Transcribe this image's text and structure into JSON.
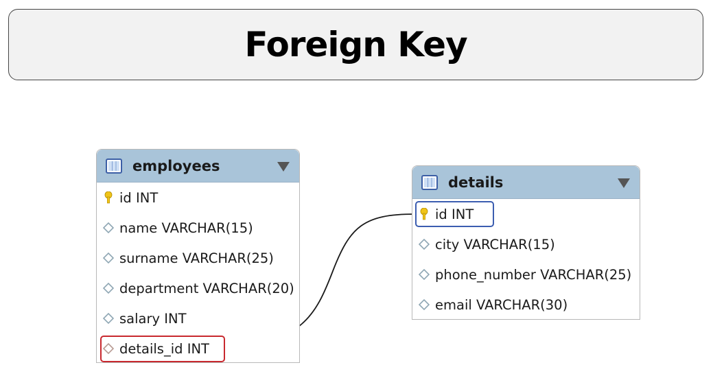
{
  "title": "Foreign Key",
  "tables": {
    "employees": {
      "name": "employees",
      "columns": [
        {
          "label": "id INT",
          "kind": "primary-key"
        },
        {
          "label": "name VARCHAR(15)",
          "kind": "column"
        },
        {
          "label": "surname VARCHAR(25)",
          "kind": "column"
        },
        {
          "label": "department VARCHAR(20)",
          "kind": "column"
        },
        {
          "label": "salary INT",
          "kind": "column"
        },
        {
          "label": "details_id INT",
          "kind": "foreign-key"
        }
      ]
    },
    "details": {
      "name": "details",
      "columns": [
        {
          "label": "id INT",
          "kind": "primary-key"
        },
        {
          "label": "city VARCHAR(15)",
          "kind": "column"
        },
        {
          "label": "phone_number VARCHAR(25)",
          "kind": "column"
        },
        {
          "label": "email VARCHAR(30)",
          "kind": "column"
        }
      ]
    }
  },
  "relationship": {
    "from": "employees.details_id",
    "to": "details.id"
  },
  "colors": {
    "header": "#a9c4d9",
    "fk_highlight": "#c8282e",
    "pk_highlight": "#3b5db0",
    "key_icon": "#f0c419"
  }
}
